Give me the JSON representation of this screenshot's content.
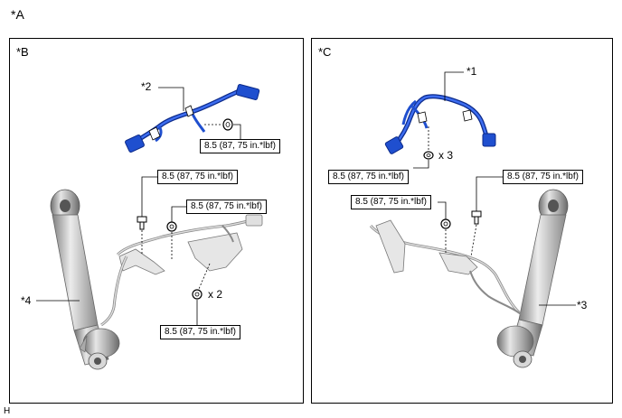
{
  "figure_label": "*A",
  "footer_mark": "H",
  "panel_b": {
    "label": "*B",
    "wire_callout": "*2",
    "shock_callout": "*4",
    "torque_wire": "8.5 (87, 75 in.*lbf)",
    "torque_bolt_left": "8.5 (87, 75 in.*lbf)",
    "torque_bolt_right": "8.5 (87, 75 in.*lbf)",
    "torque_nut": "8.5 (87, 75 in.*lbf)",
    "nut_qty": "x 2"
  },
  "panel_c": {
    "label": "*C",
    "wire_callout": "*1",
    "shock_callout": "*3",
    "torque_wire": "8.5 (87, 75 in.*lbf)",
    "torque_bolt_left": "8.5 (87, 75 in.*lbf)",
    "torque_bolt_right": "8.5 (87, 75 in.*lbf)",
    "wire_qty": "x 3"
  },
  "colors": {
    "harness": "#1f4fcf",
    "harness_dark": "#0c2a8a",
    "part_gray": "#9a9a9a",
    "line": "#000000"
  }
}
